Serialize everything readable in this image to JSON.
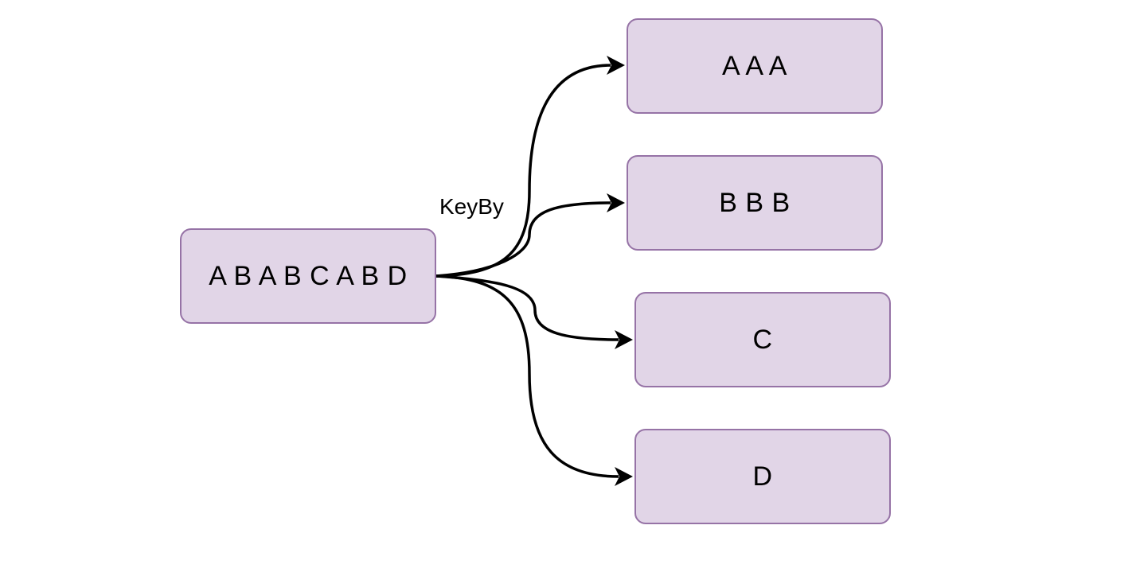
{
  "diagram": {
    "source": {
      "label": "A B A B C A B D"
    },
    "edge_label": "KeyBy",
    "targets": [
      {
        "label": "A A A"
      },
      {
        "label": "B B B"
      },
      {
        "label": "C"
      },
      {
        "label": "D"
      }
    ]
  },
  "colors": {
    "node_fill": "#e1d5e7",
    "node_border": "#9673a6",
    "edge": "#000000"
  }
}
